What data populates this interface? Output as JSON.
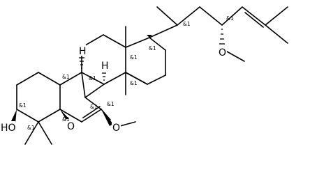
{
  "molecule": {
    "atom_labels": {
      "ho": "HO",
      "o_bridge": "O",
      "o_methoxy_ring": "O",
      "o_methoxy_chain": "O",
      "h_c10": "H",
      "h_c8": "H"
    },
    "stereo_label": "&1"
  }
}
